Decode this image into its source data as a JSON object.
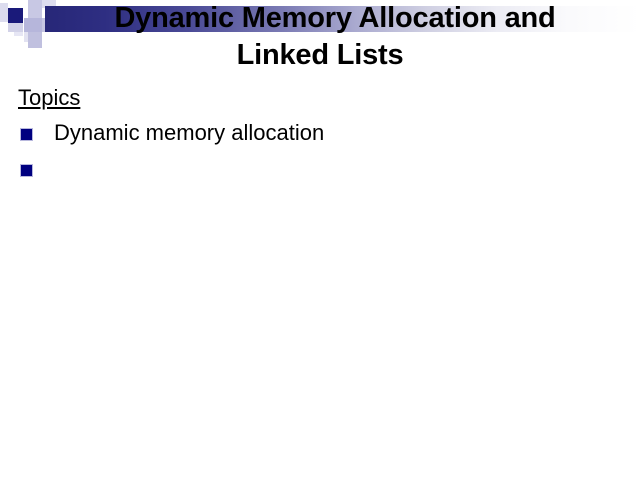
{
  "slide": {
    "title_lines": [
      "Dynamic Memory Allocation and",
      "Linked Lists"
    ],
    "heading": "Topics",
    "bullets": [
      {
        "text": "Dynamic memory allocation"
      },
      {
        "text": ""
      }
    ],
    "colors": {
      "title_text": "#000000",
      "bar_start": "#272778",
      "bar_end": "#ffffff",
      "bullet_marker": "#000080",
      "deco_navy": "#1a1a7a",
      "deco_lavender": "#c6c6e2",
      "background": "#ffffff"
    }
  }
}
